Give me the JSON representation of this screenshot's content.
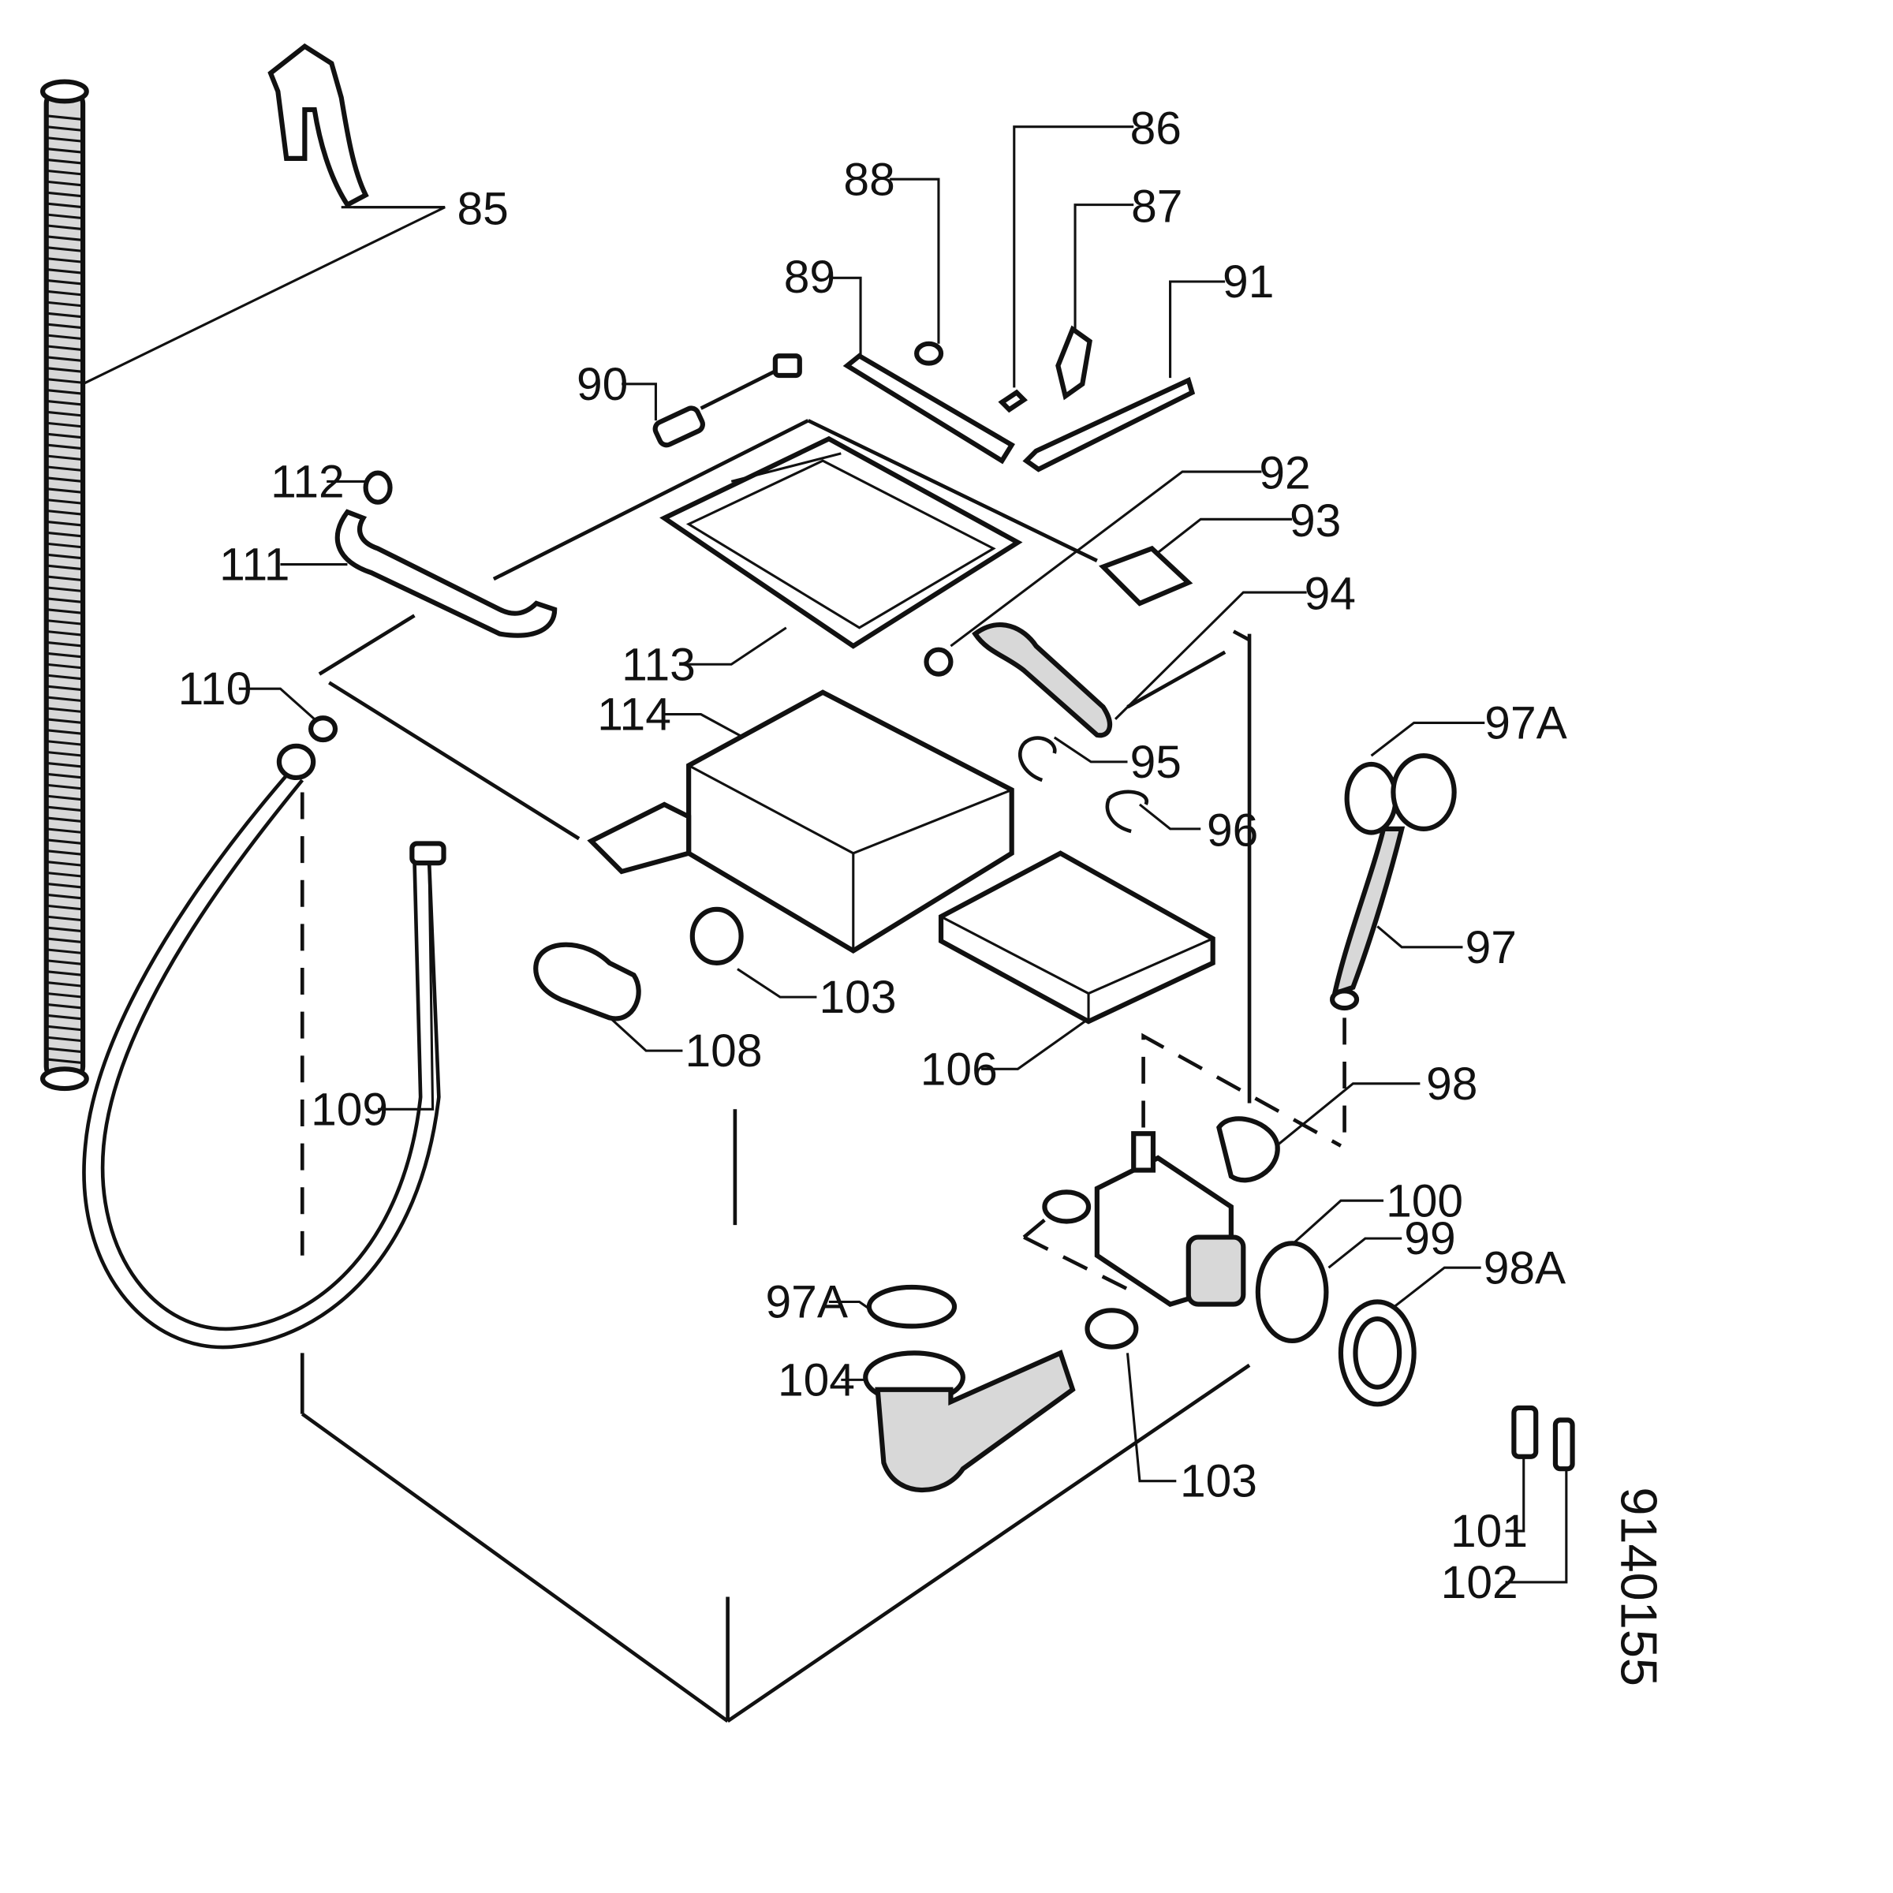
{
  "parts": [
    {
      "id": "p85",
      "label": "85"
    },
    {
      "id": "p86",
      "label": "86"
    },
    {
      "id": "p87",
      "label": "87"
    },
    {
      "id": "p88",
      "label": "88"
    },
    {
      "id": "p89",
      "label": "89"
    },
    {
      "id": "p90",
      "label": "90"
    },
    {
      "id": "p91",
      "label": "91"
    },
    {
      "id": "p92",
      "label": "92"
    },
    {
      "id": "p93",
      "label": "93"
    },
    {
      "id": "p94",
      "label": "94"
    },
    {
      "id": "p95",
      "label": "95"
    },
    {
      "id": "p96",
      "label": "96"
    },
    {
      "id": "p97A_top",
      "label": "97A"
    },
    {
      "id": "p97",
      "label": "97"
    },
    {
      "id": "p98",
      "label": "98"
    },
    {
      "id": "p100",
      "label": "100"
    },
    {
      "id": "p99",
      "label": "99"
    },
    {
      "id": "p98A",
      "label": "98A"
    },
    {
      "id": "p97A_bottom",
      "label": "97A"
    },
    {
      "id": "p104",
      "label": "104"
    },
    {
      "id": "p103_bottom",
      "label": "103"
    },
    {
      "id": "p103_top",
      "label": "103"
    },
    {
      "id": "p106",
      "label": "106"
    },
    {
      "id": "p108",
      "label": "108"
    },
    {
      "id": "p109",
      "label": "109"
    },
    {
      "id": "p110",
      "label": "110"
    },
    {
      "id": "p111",
      "label": "111"
    },
    {
      "id": "p112",
      "label": "112"
    },
    {
      "id": "p113",
      "label": "113"
    },
    {
      "id": "p114",
      "label": "114"
    },
    {
      "id": "p101",
      "label": "101"
    },
    {
      "id": "p102",
      "label": "102"
    }
  ],
  "drawing_code": "9140155"
}
